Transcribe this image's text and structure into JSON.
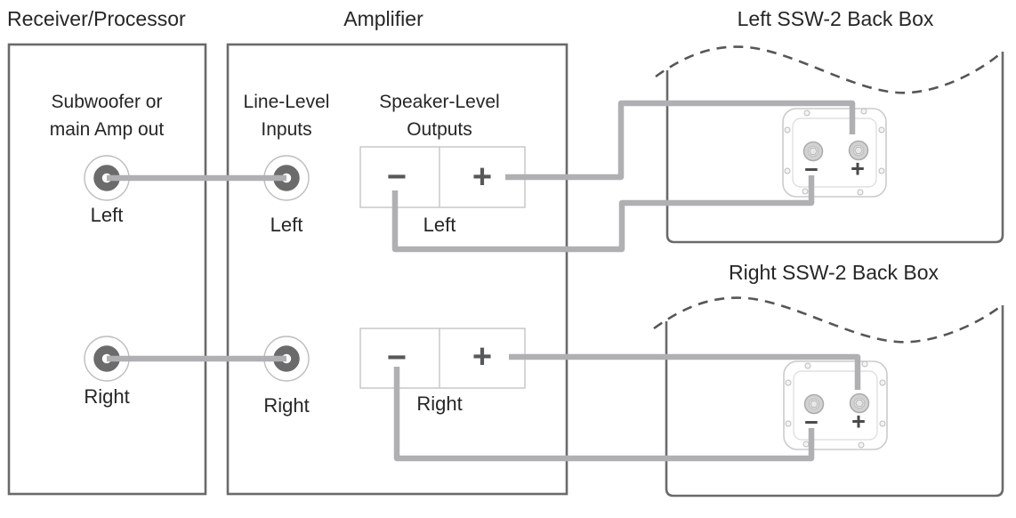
{
  "colors": {
    "text": "#262626",
    "box_border": "#6a6a6a",
    "dashed_cut_line": "#565656",
    "wire": "#b0b0b2",
    "rca_dark": "#6b6b6b",
    "rca_ring": "#bdbdbd",
    "terminal_border": "#c4c4c4",
    "symbol": "#57585a",
    "plate_border": "#cbcbcb",
    "plate_detail": "#b5b5b5"
  },
  "titles": {
    "receiver": "Receiver/Processor",
    "amplifier": "Amplifier"
  },
  "receiver": {
    "output_heading_line1": "Subwoofer or",
    "output_heading_line2": "main Amp out",
    "jacks": [
      {
        "label": "Left"
      },
      {
        "label": "Right"
      }
    ]
  },
  "amplifier": {
    "inputs_heading_line1": "Line-Level",
    "inputs_heading_line2": "Inputs",
    "input_jacks": [
      {
        "label": "Left"
      },
      {
        "label": "Right"
      }
    ],
    "outputs_heading_line1": "Speaker-Level",
    "outputs_heading_line2": "Outputs",
    "output_terminals": [
      {
        "label": "Left",
        "minus": "−",
        "plus": "+"
      },
      {
        "label": "Right",
        "minus": "−",
        "plus": "+"
      }
    ]
  },
  "backboxes": [
    {
      "title": "Left SSW-2 Back Box",
      "minus": "−",
      "plus": "+"
    },
    {
      "title": "Right SSW-2 Back Box",
      "minus": "−",
      "plus": "+"
    }
  ]
}
